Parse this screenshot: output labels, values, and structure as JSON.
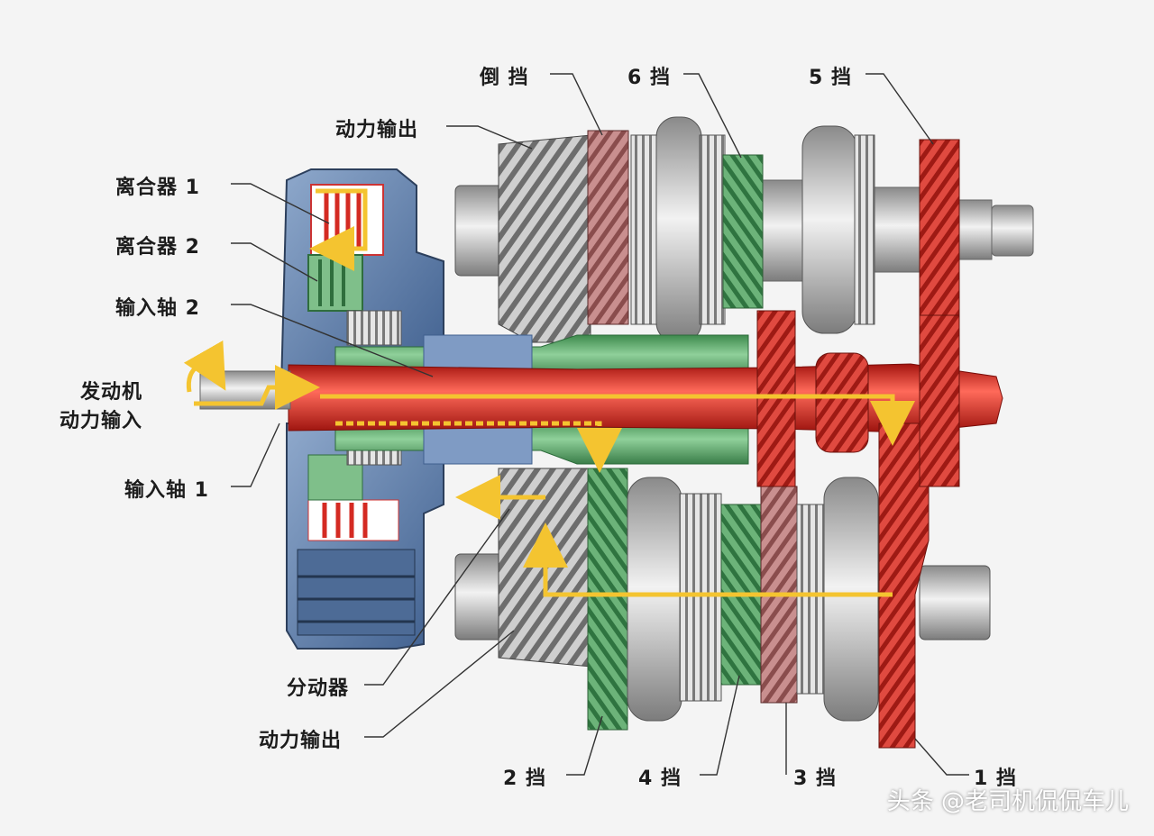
{
  "labels": {
    "reverse": "倒 挡",
    "gear6": "6 挡",
    "gear5": "5 挡",
    "output_top": "动力输出",
    "clutch1": "离合器 1",
    "clutch2": "离合器 2",
    "input_shaft2": "输入轴 2",
    "engine_input": "发动机\n动力输入",
    "input_shaft1": "输入轴 1",
    "transfer": "分动器",
    "output_bottom": "动力输出",
    "gear2": "2 挡",
    "gear4": "4 挡",
    "gear3": "3 挡",
    "gear1": "1 挡"
  },
  "watermark": "头条 @老司机侃侃车儿",
  "colors": {
    "odd_shaft": "#d42a22",
    "even_shaft": "#4f9a5c",
    "flow_arrow": "#f4c430",
    "housing": "#5f83b8",
    "gear_grey": "#b8b8b8"
  }
}
